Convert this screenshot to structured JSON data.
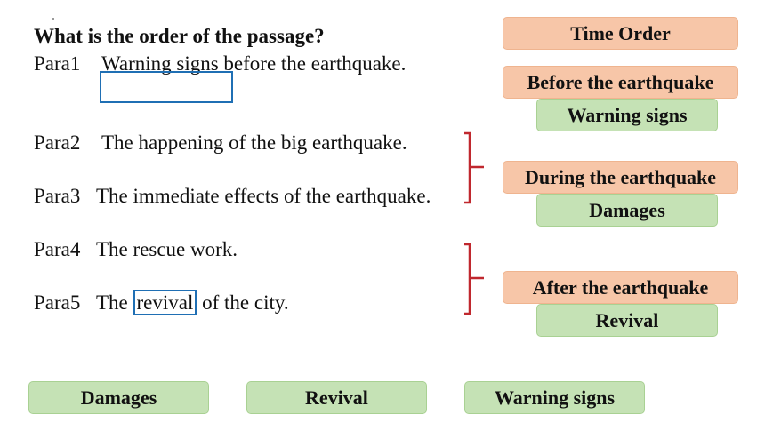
{
  "question": "What is the order of the passage?",
  "paragraphs": [
    {
      "label": "Para1",
      "pre": "",
      "highlight": "",
      "text": "Warning signs before the earthquake.",
      "post": ""
    },
    {
      "label": "Para2",
      "text": "The happening of the big earthquake."
    },
    {
      "label": "Para3",
      "text": "The immediate effects of the earthquake."
    },
    {
      "label": "Para4",
      "text": "The rescue work."
    },
    {
      "label": "Para5",
      "pre": "The ",
      "highlight": "revival",
      "post": " of the city."
    }
  ],
  "order_panel": {
    "title": "Time Order",
    "stages": [
      {
        "label": "Before the earthquake",
        "answer": "Warning signs"
      },
      {
        "label": "During the earthquake",
        "answer": "Damages"
      },
      {
        "label": "After the earthquake",
        "answer": "Revival"
      }
    ]
  },
  "word_bank": [
    "Damages",
    "Revival",
    "Warning signs"
  ],
  "colors": {
    "orange_tag": "#f7c6a8",
    "green_tag": "#c5e2b5",
    "highlight_border": "#1f6fb4",
    "brace": "#c0282e"
  }
}
